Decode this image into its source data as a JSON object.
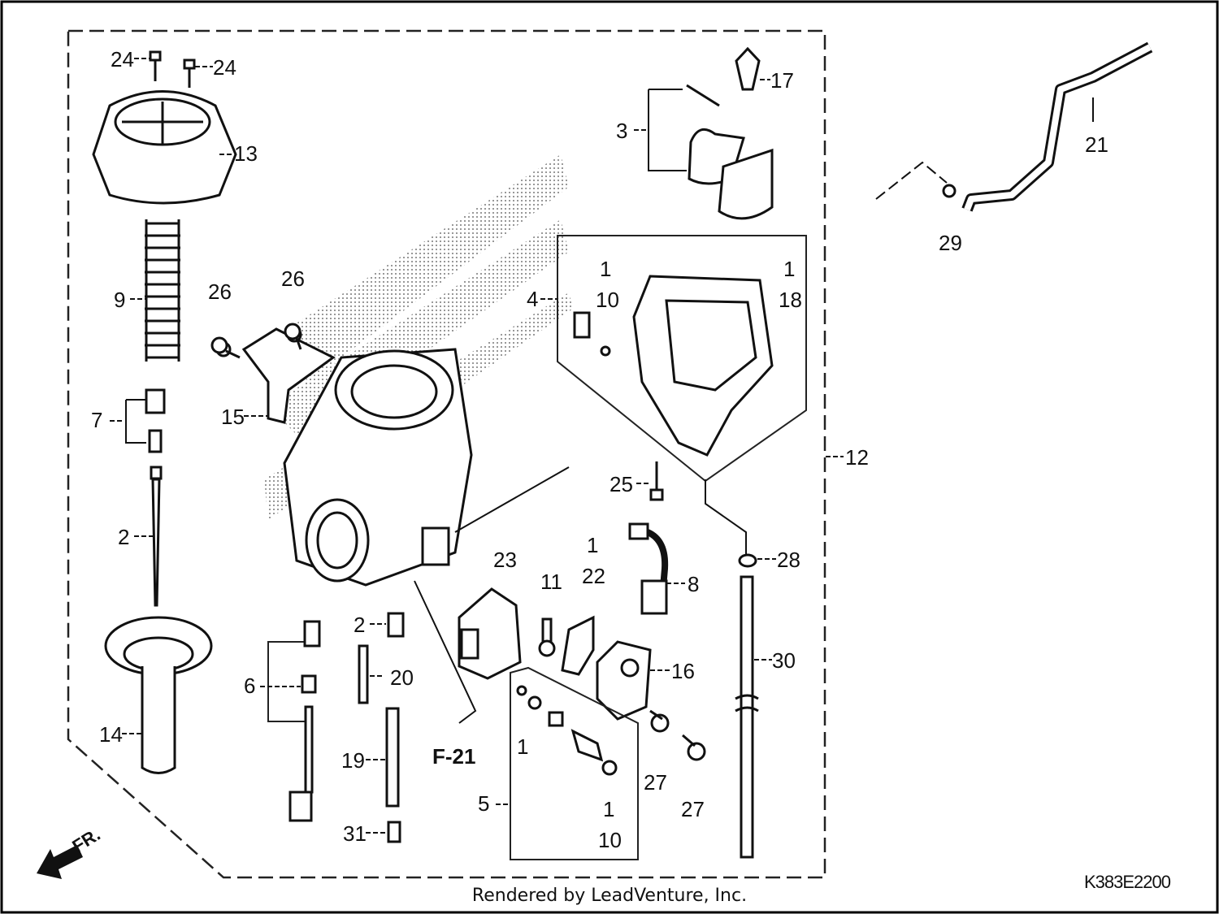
{
  "diagram": {
    "callouts": [
      "1",
      "2",
      "3",
      "4",
      "5",
      "6",
      "7",
      "8",
      "9",
      "10",
      "11",
      "12",
      "13",
      "14",
      "15",
      "16",
      "17",
      "18",
      "19",
      "20",
      "21",
      "22",
      "23",
      "24",
      "25",
      "26",
      "27",
      "28",
      "29",
      "30",
      "31"
    ],
    "reference": "F-21",
    "direction": "FR.",
    "part_code": "K383E2200"
  },
  "footer": {
    "text": "Rendered by LeadVenture, Inc."
  }
}
